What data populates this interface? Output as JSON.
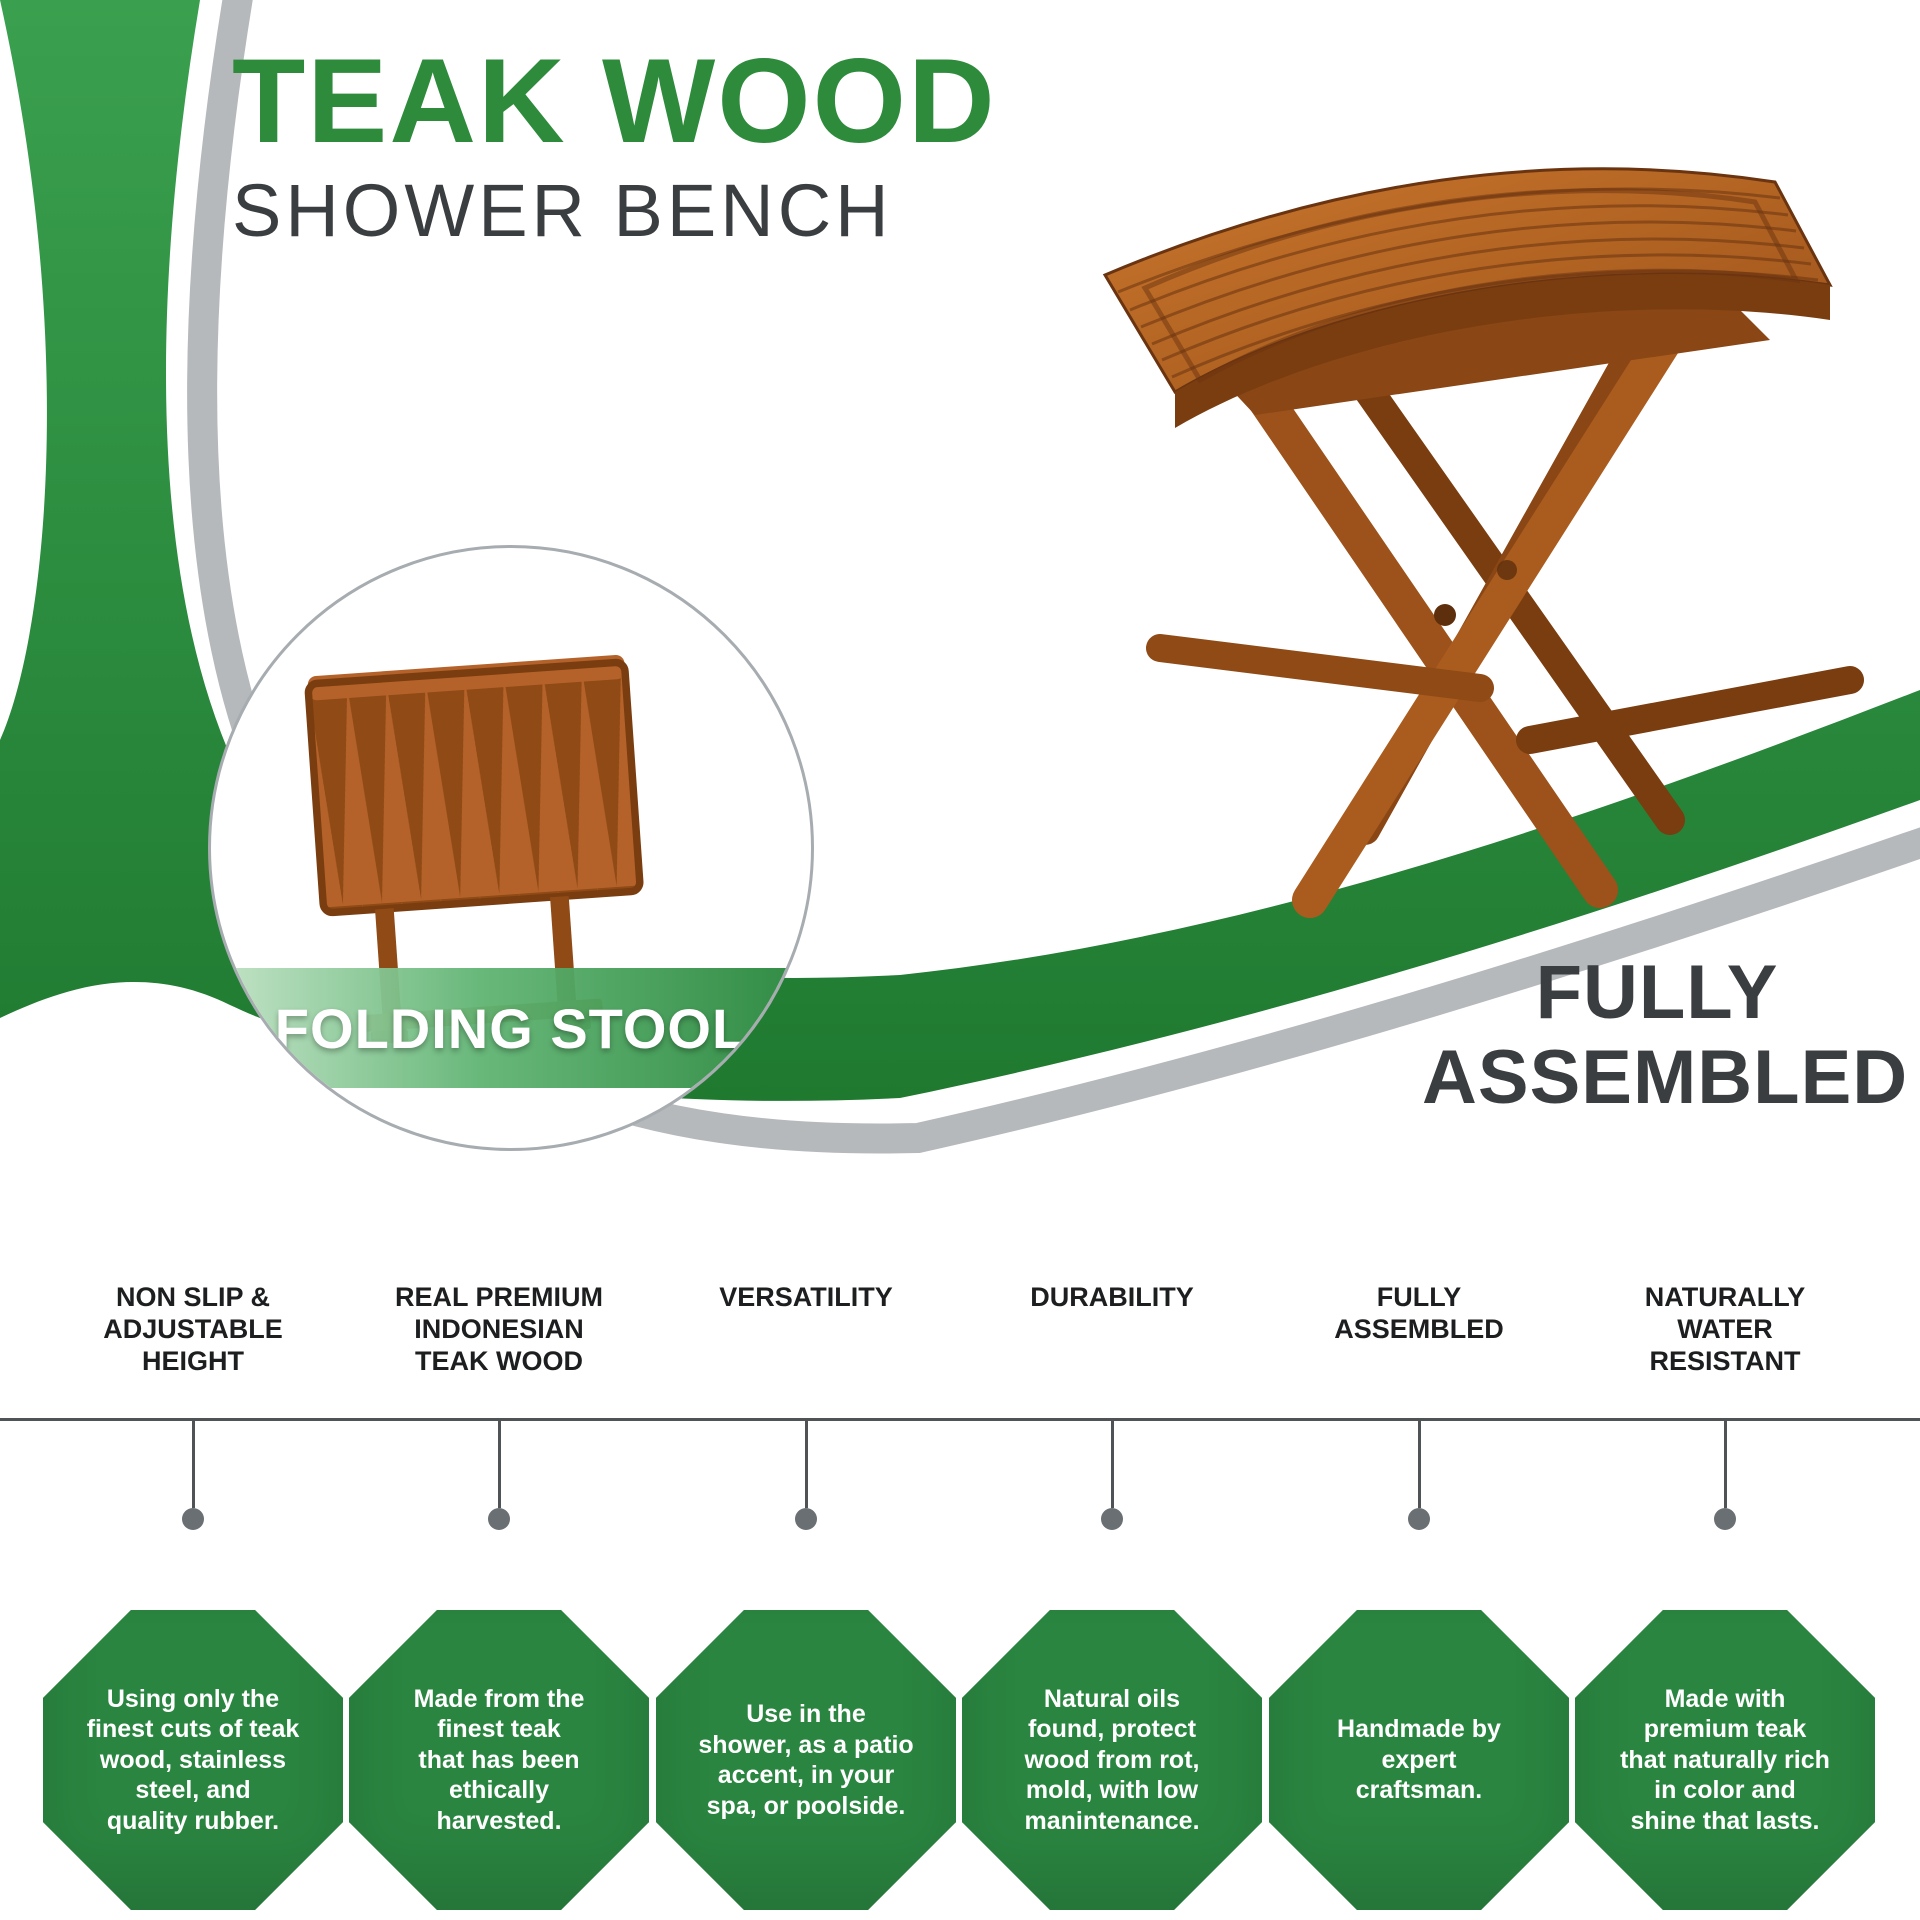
{
  "colors": {
    "brand_green": "#2e8b3c",
    "ribbon_green_light": "#3aa04f",
    "ribbon_green_dark": "#1f7a30",
    "octagon_green": "#2a8540",
    "silver_gray": "#b5b9bc",
    "text_dark": "#3b3e41",
    "heading_black": "#1c1e1f",
    "line_gray": "#4f5356",
    "dot_gray": "#6a6f73",
    "wood_light": "#c06a24",
    "wood_mid": "#a9571b",
    "wood_dark": "#7a3d10"
  },
  "header": {
    "title_line1": "TEAK WOOD",
    "title_line2": "SHOWER BENCH"
  },
  "inset": {
    "label": "FOLDING STOOL"
  },
  "assembled": {
    "line1": "FULLY",
    "line2": "ASSEMBLED"
  },
  "features": [
    {
      "heading": "NON SLIP &\nADJUSTABLE\nHEIGHT",
      "description": "Using only the\nfinest cuts of teak\nwood, stainless\nsteel, and\nquality rubber."
    },
    {
      "heading": "REAL PREMIUM\nINDONESIAN\nTEAK WOOD",
      "description": "Made from the\nfinest teak\nthat has been\nethically\nharvested."
    },
    {
      "heading": "VERSATILITY",
      "description": "Use in the\nshower, as a patio\naccent, in your\nspa, or poolside."
    },
    {
      "heading": "DURABILITY",
      "description": "Natural oils\nfound, protect\nwood from rot,\nmold, with low\nmanintenance."
    },
    {
      "heading": "FULLY\nASSEMBLED",
      "description": "Handmade by\nexpert\ncraftsman."
    },
    {
      "heading": "NATURALLY\nWATER\nRESISTANT",
      "description": "Made with\npremium teak\nthat naturally rich\nin color and\nshine that lasts."
    }
  ]
}
